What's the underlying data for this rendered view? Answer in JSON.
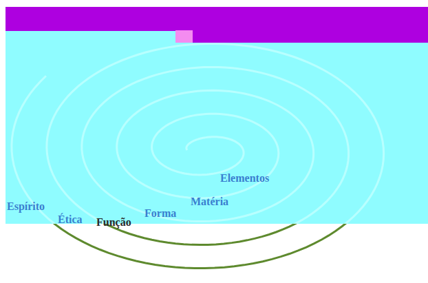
{
  "diagram": {
    "labels": [
      "Elementos",
      "Matéria",
      "Forma",
      "Função",
      "Ética",
      "Espírito"
    ]
  }
}
